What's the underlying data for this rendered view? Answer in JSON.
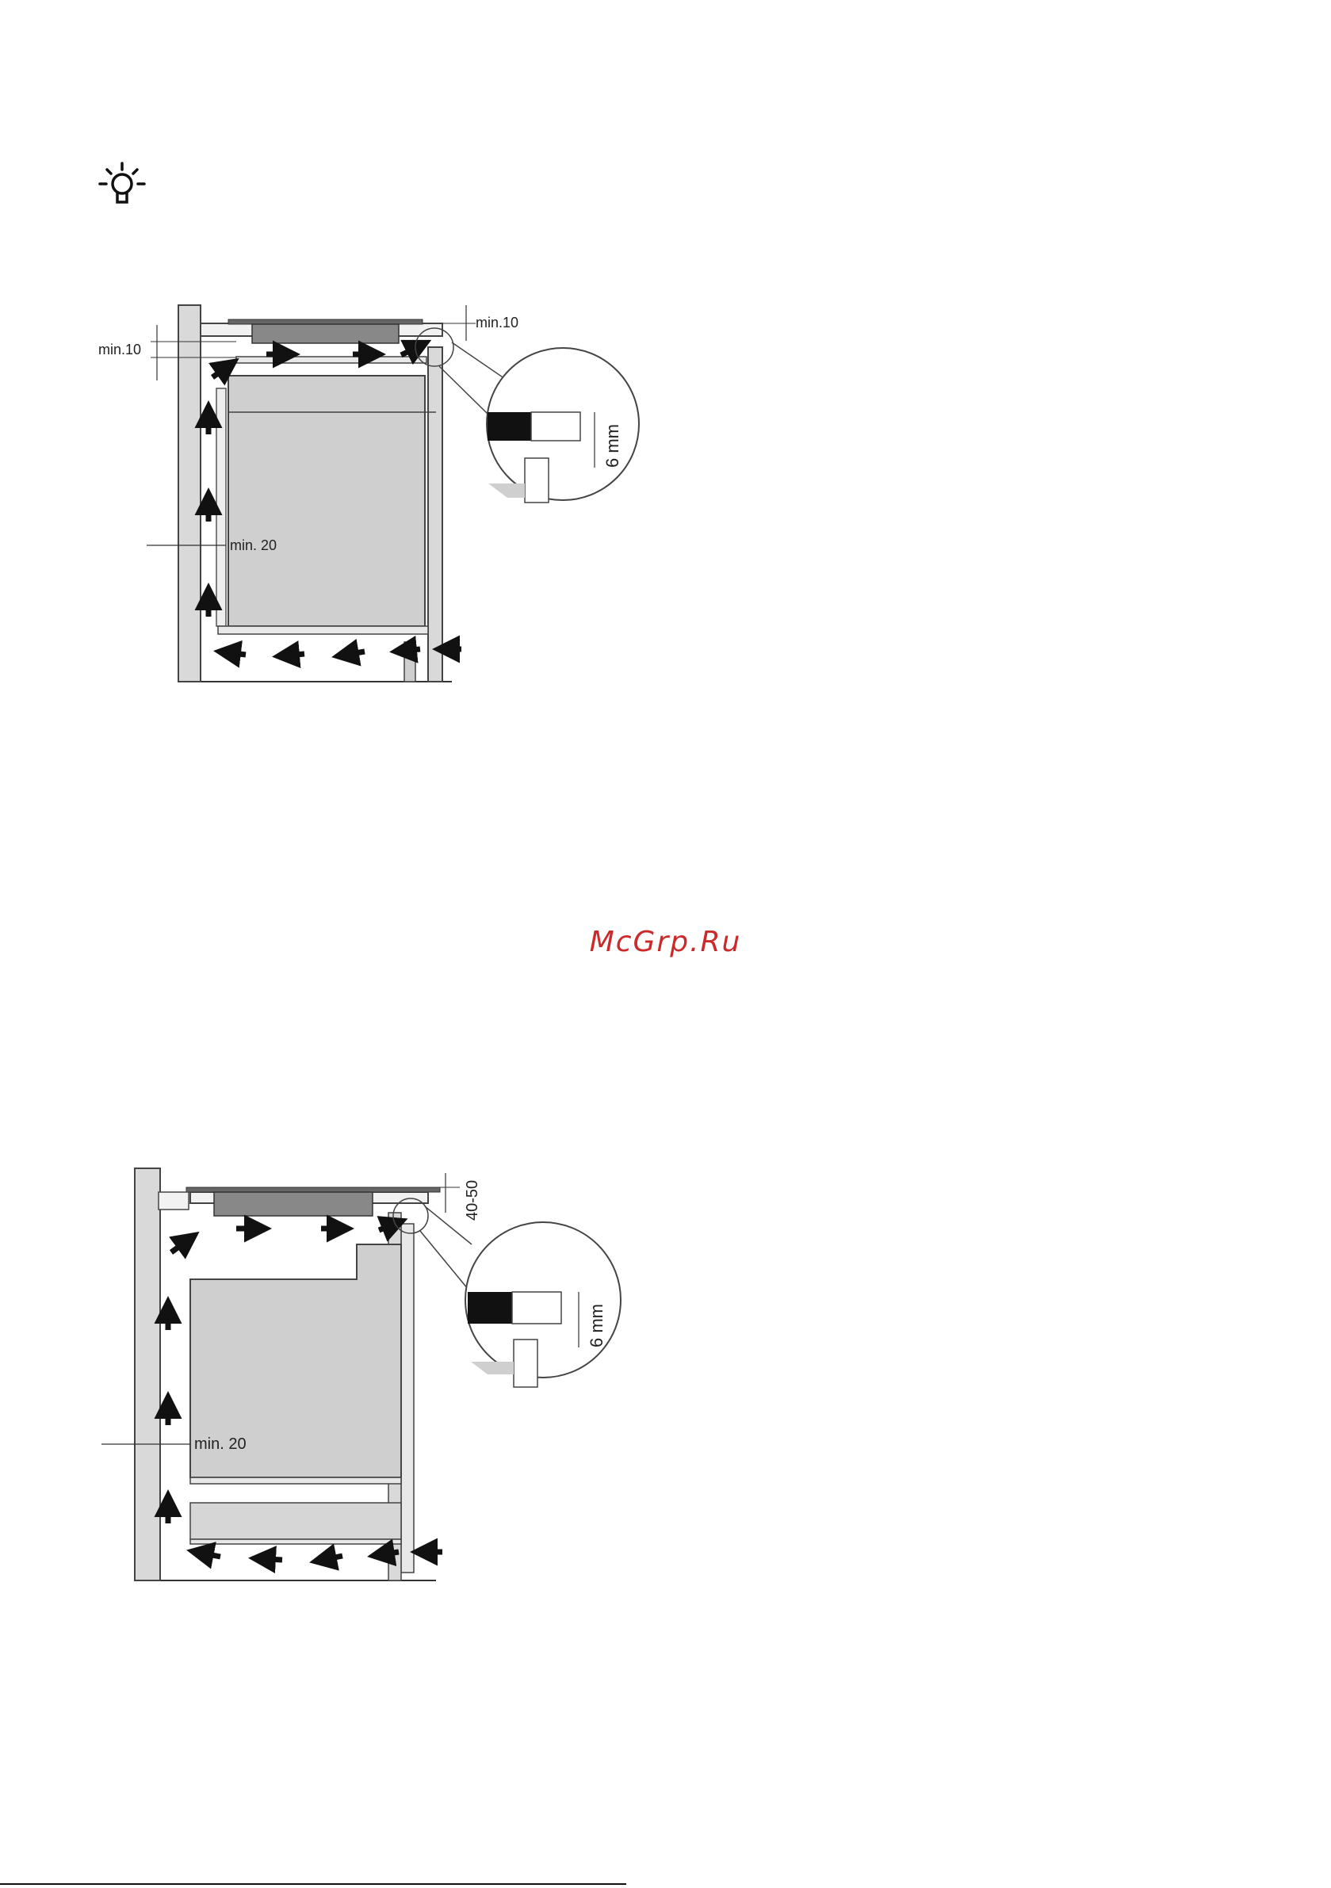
{
  "tip": {
    "icon": "lightbulb-icon"
  },
  "diagram_1": {
    "label_min10_left": "min.10",
    "label_min10_right": "min.10",
    "label_min20": "min. 20",
    "label_6mm": "6 mm"
  },
  "diagram_2": {
    "label_40_50": "40-50",
    "label_min20": "min. 20",
    "label_6mm": "6 mm"
  },
  "watermark": "McGrp.Ru"
}
